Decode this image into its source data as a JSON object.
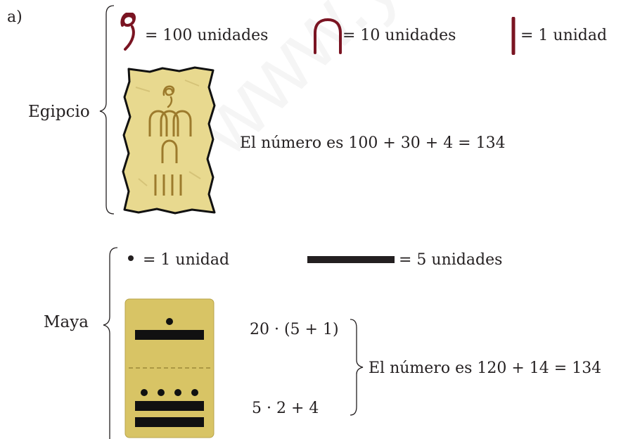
{
  "part_label": "a)",
  "egyptian": {
    "label": "Egipcio",
    "legend": {
      "hundred": "= 100 unidades",
      "ten": "= 10 unidades",
      "one": "= 1 unidad"
    },
    "result": "El número es 100 + 30 + 4 = 134",
    "colors": {
      "glyph": "#7a1422",
      "papyrus": "#e8d98f",
      "papyrus_edge": "#111111",
      "carving": "#9c7a2c"
    }
  },
  "maya": {
    "label": "Maya",
    "legend": {
      "dot": "= 1 unidad",
      "bar": "= 5 unidades"
    },
    "top_expr": "20 · (5 + 1)",
    "bottom_expr": "5 · 2 + 4",
    "result": "El número es 120 + 14 = 134",
    "colors": {
      "tablet": "#d8c465",
      "marks": "#111111"
    }
  },
  "watermark": "www.yoquieroaprobar"
}
